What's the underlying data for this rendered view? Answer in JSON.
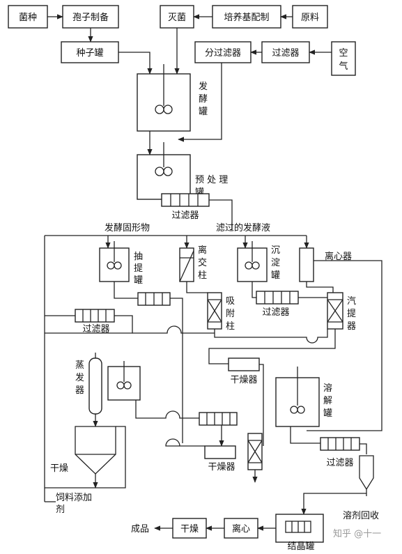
{
  "nodes": {
    "strain": "菌种",
    "seed_prep": "孢子制备",
    "sterilize": "灭菌",
    "medium": "培养基配制",
    "raw": "原料",
    "seed_tank": "种子罐",
    "sub_filter": "分过滤器",
    "filter_top": "过滤器",
    "air": "空气",
    "ferment_tank": "发酵罐",
    "pretreat_tank": "预处理罐",
    "pretreat_filter": "过滤器",
    "solids": "发酵固形物",
    "filtered_broth": "滤过的发酵液",
    "extract_tank": "抽提罐",
    "ion_column": "离交柱",
    "precip_tank": "沉淀罐",
    "centrifuge": "离心器",
    "adsorb_column": "吸附柱",
    "filter_mid": "过滤器",
    "stripper": "汽提器",
    "filter_left": "过滤器",
    "evaporator": "蒸发器",
    "dryer_mid": "干燥器",
    "dissolve_tank": "溶解罐",
    "dryer_low": "干燥器",
    "filter_low": "过滤器",
    "dry_left": "干燥",
    "feed_additive_1": "饲料添加",
    "feed_additive_2": "剂",
    "solvent_recovery": "溶剂回收",
    "product": "成品",
    "dry_final": "干燥",
    "centrifuge_final": "离心",
    "crystal_tank": "结晶罐"
  },
  "watermark": "知乎 @十一"
}
